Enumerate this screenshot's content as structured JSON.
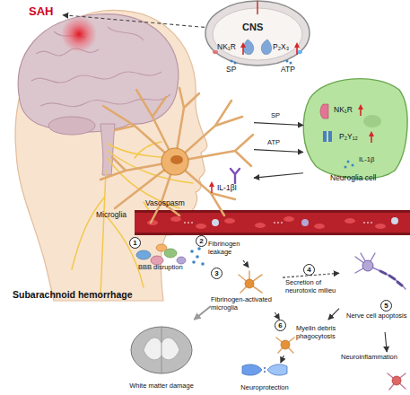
{
  "diagram": {
    "nodes": [
      {
        "text": [
          "SAH"
        ]
      },
      {
        "text": [
          "CNS",
          "NK₁R",
          "P₂X₃"
        ]
      },
      {
        "text": [
          "Microglia"
        ]
      },
      {
        "text": [
          "NK₁R",
          "P₂Y₁₂",
          "IL-1β",
          "Neuroglia cell"
        ]
      },
      {
        "text": [
          "Vasospasm"
        ]
      },
      {
        "text": [
          "1",
          "BBB disruption"
        ]
      },
      {
        "text": [
          "2",
          "Fibrinogen leakage"
        ]
      },
      {
        "text": [
          "3",
          "Fibrinogen-activated microglia"
        ]
      },
      {
        "text": [
          "5",
          "Nerve cell apoptosis"
        ]
      },
      {
        "text": [
          "White matter damage"
        ]
      },
      {
        "text": [
          "6",
          "Myelin debris phagocytosis"
        ]
      },
      {
        "text": [
          "Neuroprotection"
        ]
      },
      {
        "text": [
          "Neuroinflammation"
        ]
      }
    ],
    "edges": [
      {
        "from": 1,
        "to": 0,
        "arrow": "to"
      },
      {
        "from": 2,
        "to": 3,
        "label": "SP",
        "arrow": "to"
      },
      {
        "from": 2,
        "to": 3,
        "label": "ATP",
        "arrow": "to"
      },
      {
        "from": 3,
        "to": 2,
        "arrow": "to"
      },
      {
        "from": 6,
        "to": 7,
        "arrow": "to"
      },
      {
        "from": 7,
        "to": 8,
        "label": "Secretion of neurotoxic milieu",
        "arrow": "to"
      },
      {
        "from": 7,
        "to": 9,
        "arrow": "to"
      },
      {
        "from": 7,
        "to": 10,
        "arrow": "to"
      },
      {
        "from": 8,
        "to": 10,
        "arrow": "to"
      },
      {
        "from": 8,
        "to": 12,
        "arrow": "to"
      },
      {
        "from": 10,
        "to": 11,
        "arrow": "to"
      }
    ],
    "labels": [
      "SP",
      "ATP",
      "IL-1βI",
      "4",
      "Subarachnoid hemorrhage"
    ]
  }
}
